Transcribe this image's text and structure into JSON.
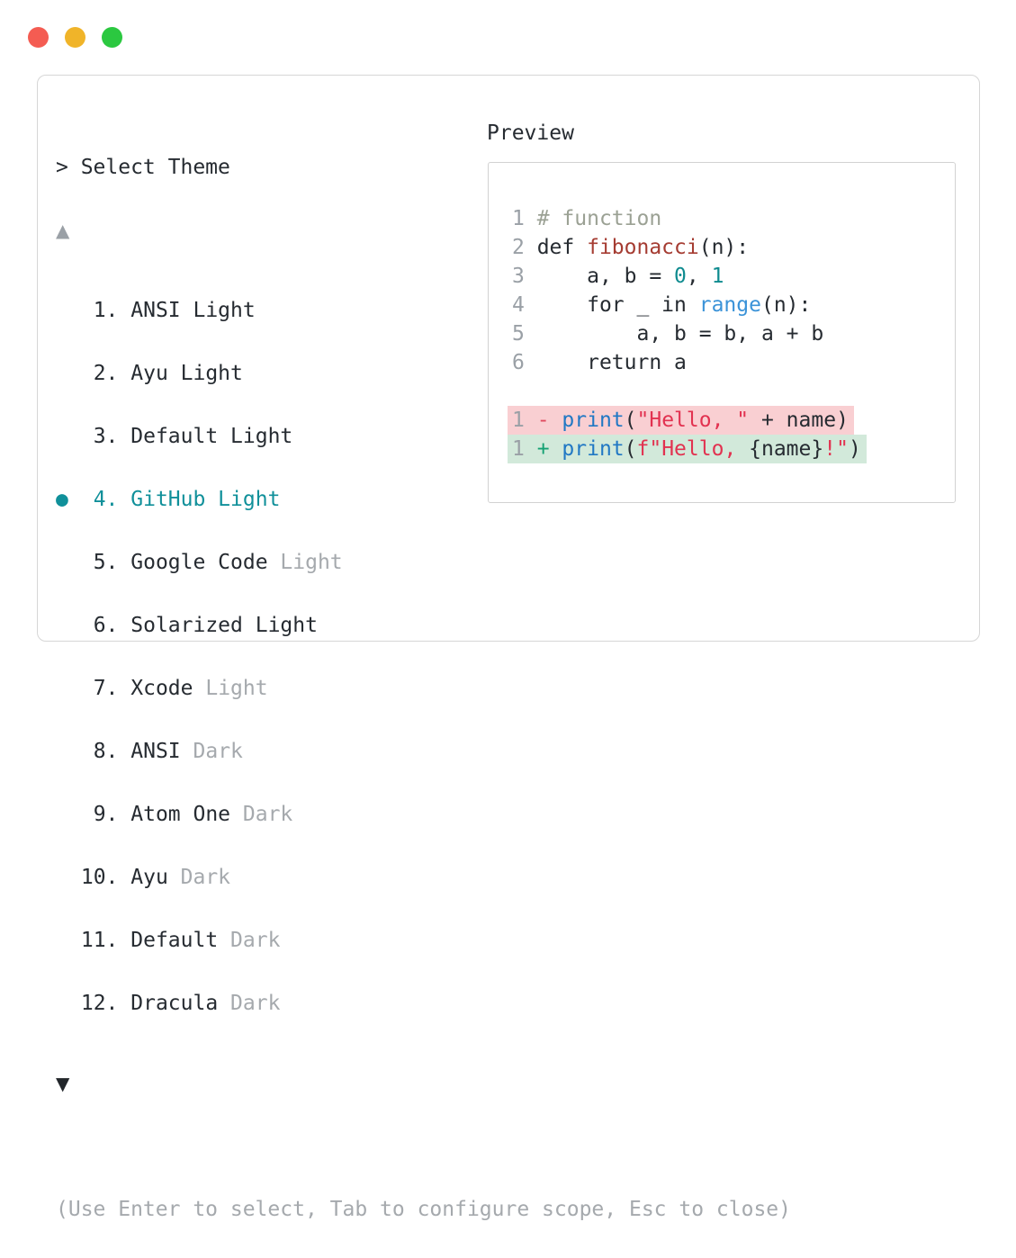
{
  "colors": {
    "accent_teal": "#10909a",
    "traffic_red": "#f45c52",
    "traffic_yellow": "#f0b429",
    "traffic_green": "#2bc840",
    "diff_removed_bg": "#f9cfd2",
    "diff_added_bg": "#d2e9da",
    "string_red": "#e23250",
    "builtin_blue": "#2178c4",
    "number_teal": "#0f8b8f",
    "function_red": "#a53c32",
    "comment_gray": "#9ba194",
    "muted_gray": "#a5a9ad"
  },
  "selector": {
    "prompt": "> Select Theme",
    "scroll_up": "▲",
    "scroll_down": "▼",
    "items": [
      {
        "marker": " ",
        "num": "  1. ",
        "name": "ANSI Light",
        "muted": ""
      },
      {
        "marker": " ",
        "num": "  2. ",
        "name": "Ayu Light",
        "muted": ""
      },
      {
        "marker": " ",
        "num": "  3. ",
        "name": "Default Light",
        "muted": ""
      },
      {
        "marker": "●",
        "num": "  4. ",
        "name": "GitHub Light",
        "muted": "",
        "selected": true
      },
      {
        "marker": " ",
        "num": "  5. ",
        "name": "Google Code ",
        "muted": "Light"
      },
      {
        "marker": " ",
        "num": "  6. ",
        "name": "Solarized Light",
        "muted": ""
      },
      {
        "marker": " ",
        "num": "  7. ",
        "name": "Xcode ",
        "muted": "Light"
      },
      {
        "marker": " ",
        "num": "  8. ",
        "name": "ANSI ",
        "muted": "Dark"
      },
      {
        "marker": " ",
        "num": "  9. ",
        "name": "Atom One ",
        "muted": "Dark"
      },
      {
        "marker": " ",
        "num": " 10. ",
        "name": "Ayu ",
        "muted": "Dark"
      },
      {
        "marker": " ",
        "num": " 11. ",
        "name": "Default ",
        "muted": "Dark"
      },
      {
        "marker": " ",
        "num": " 12. ",
        "name": "Dracula ",
        "muted": "Dark"
      }
    ],
    "hint": "(Use Enter to select, Tab to configure scope, Esc to close)"
  },
  "preview": {
    "label": "Preview",
    "code_lines": [
      {
        "segments": [
          {
            "t": "1 ",
            "c": "ln"
          },
          {
            "t": "# function",
            "c": "comment"
          }
        ]
      },
      {
        "segments": [
          {
            "t": "2 ",
            "c": "ln"
          },
          {
            "t": "def ",
            "c": "plain"
          },
          {
            "t": "fibonacci",
            "c": "func"
          },
          {
            "t": "(n):",
            "c": "plain"
          }
        ]
      },
      {
        "segments": [
          {
            "t": "3 ",
            "c": "ln"
          },
          {
            "t": "    a, b = ",
            "c": "plain"
          },
          {
            "t": "0",
            "c": "num"
          },
          {
            "t": ", ",
            "c": "plain"
          },
          {
            "t": "1",
            "c": "num"
          }
        ]
      },
      {
        "segments": [
          {
            "t": "4 ",
            "c": "ln"
          },
          {
            "t": "    for _ in ",
            "c": "plain"
          },
          {
            "t": "range",
            "c": "range"
          },
          {
            "t": "(n):",
            "c": "plain"
          }
        ]
      },
      {
        "segments": [
          {
            "t": "5 ",
            "c": "ln"
          },
          {
            "t": "        a, b = b, a + b",
            "c": "plain"
          }
        ]
      },
      {
        "segments": [
          {
            "t": "6 ",
            "c": "ln"
          },
          {
            "t": "    return a",
            "c": "plain"
          }
        ]
      },
      {
        "segments": []
      },
      {
        "cls": "removed",
        "segments": [
          {
            "t": "1 ",
            "c": "ln"
          },
          {
            "t": "- ",
            "c": "minus"
          },
          {
            "t": "print",
            "c": "print"
          },
          {
            "t": "(",
            "c": "plain"
          },
          {
            "t": "\"Hello, \"",
            "c": "str"
          },
          {
            "t": " + name)",
            "c": "plain"
          }
        ]
      },
      {
        "cls": "added",
        "segments": [
          {
            "t": "1 ",
            "c": "ln"
          },
          {
            "t": "+ ",
            "c": "plus"
          },
          {
            "t": "print",
            "c": "print"
          },
          {
            "t": "(",
            "c": "plain"
          },
          {
            "t": "f\"Hello, ",
            "c": "str"
          },
          {
            "t": "{name}",
            "c": "plain"
          },
          {
            "t": "!\"",
            "c": "str"
          },
          {
            "t": ")",
            "c": "plain"
          }
        ]
      }
    ]
  }
}
